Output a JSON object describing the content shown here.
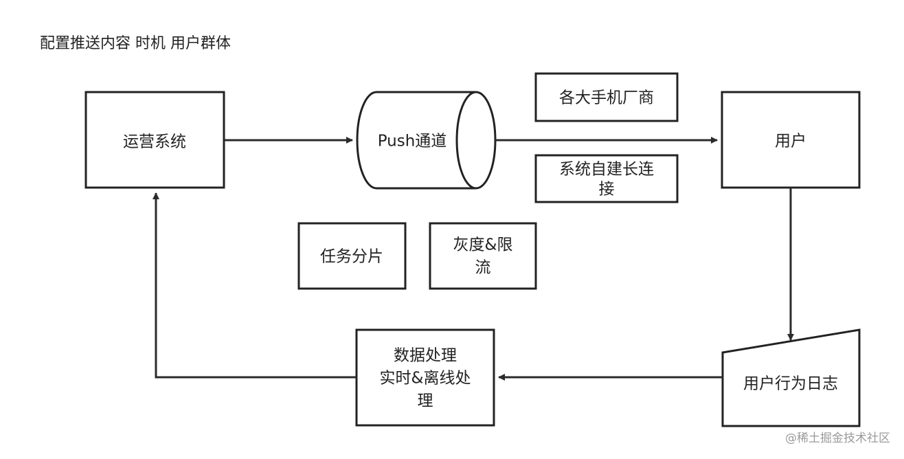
{
  "header": {
    "title": "配置推送内容 时机  用户群体"
  },
  "nodes": {
    "ops": {
      "label": "运营系统"
    },
    "push": {
      "label": "Push通道"
    },
    "vendor": {
      "label": "各大手机厂商"
    },
    "selfconn": {
      "line1": "系统自建长连",
      "line2": "接"
    },
    "user": {
      "label": "用户"
    },
    "shard": {
      "label": "任务分片"
    },
    "gray": {
      "line1": "灰度&限",
      "line2": "流"
    },
    "proc": {
      "line1": "数据处理",
      "line2": "实时&离线处",
      "line3": "理"
    },
    "log": {
      "label": "用户行为日志"
    }
  },
  "watermark": {
    "text": "@稀土掘金技术社区"
  },
  "colors": {
    "stroke": "#222222",
    "text": "#222222",
    "watermark": "#9a9a9a"
  }
}
